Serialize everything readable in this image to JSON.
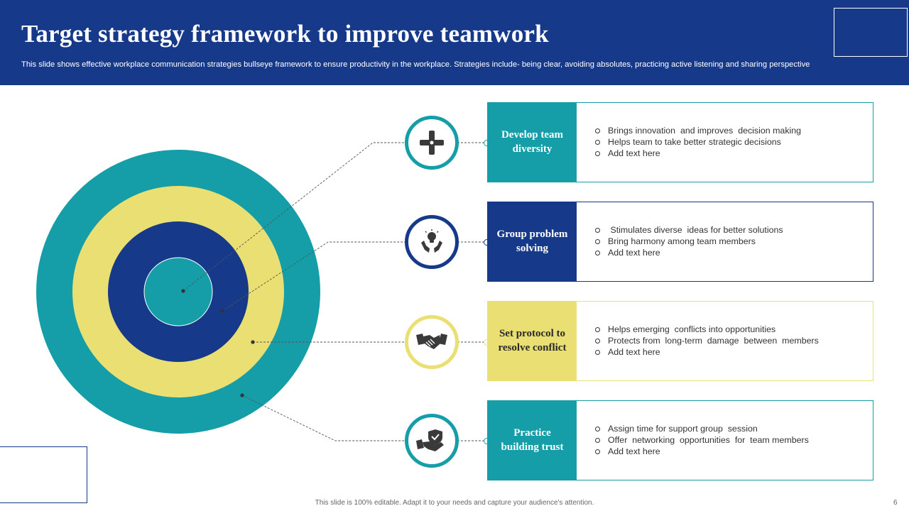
{
  "header": {
    "title": "Target strategy framework to improve teamwork",
    "subtitle": "This slide shows effective workplace communication strategies bullseye framework to ensure productivity in the workplace. Strategies include- being clear, avoiding absolutes, practicing active listening and sharing perspective"
  },
  "colors": {
    "navy": "#16398a",
    "teal": "#159da8",
    "yellow": "#eadf72",
    "white": "#ffffff"
  },
  "bullseye": {
    "rings": [
      "teal",
      "yellow",
      "navy",
      "teal"
    ]
  },
  "strategies": [
    {
      "label": "Develop team diversity",
      "color": "teal",
      "icon": "puzzle-team-icon",
      "bullets": [
        "Brings innovation  and improves  decision making",
        "Helps team to take better strategic decisions",
        "Add text here"
      ]
    },
    {
      "label": "Group problem solving",
      "color": "navy",
      "icon": "lightbulb-hands-icon",
      "bullets": [
        " Stimulates diverse  ideas for better solutions",
        "Bring harmony among team members",
        "Add text here"
      ]
    },
    {
      "label": "Set protocol to resolve conflict",
      "color": "yellow",
      "icon": "handshake-icon",
      "bullets": [
        "Helps emerging  conflicts into opportunities",
        "Protects from  long-term  damage  between  members",
        "Add text here"
      ]
    },
    {
      "label": "Practice building trust",
      "color": "teal",
      "icon": "trust-handshake-shield-icon",
      "bullets": [
        "Assign time for support group  session",
        "Offer  networking  opportunities  for  team members",
        "Add text here"
      ]
    }
  ],
  "footer": {
    "note": "This slide is 100% editable.  Adapt it to your needs and capture your audience's attention.",
    "page": "6"
  }
}
